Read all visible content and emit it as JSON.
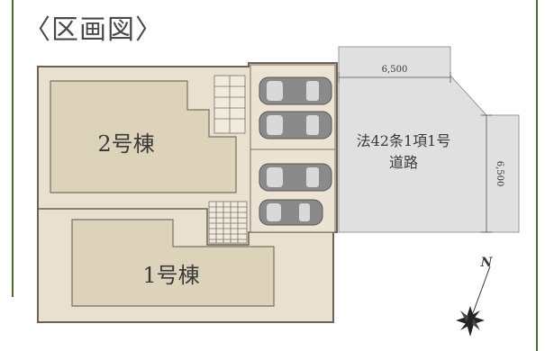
{
  "title": "〈区画図〉",
  "buildings": [
    {
      "label": "2号棟"
    },
    {
      "label": "1号棟"
    }
  ],
  "road": {
    "label_line1": "法42条1項1号",
    "label_line2": "道路",
    "width_top": "6,500",
    "width_right": "6,500"
  },
  "compass": {
    "north_label": "N"
  },
  "colors": {
    "lot": "#e9e1cf",
    "building": "#ddd3bb",
    "road": "#e0e0e0",
    "border": "#4f6b34",
    "outline": "#8b7d6b"
  }
}
